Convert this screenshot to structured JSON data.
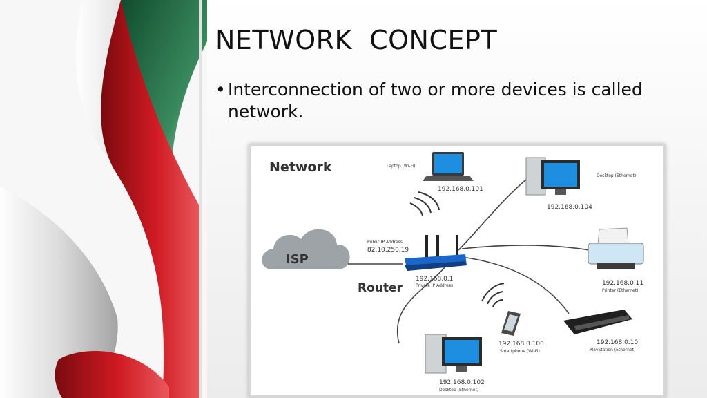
{
  "slide": {
    "title": "NETWORK  CONCEPT",
    "bullet": "Interconnection of two or more devices is called network."
  },
  "diagram": {
    "title": "Network",
    "isp": {
      "label": "ISP"
    },
    "router": {
      "label": "Router",
      "public_ip_caption": "Public IP Address",
      "public_ip": "82.10.250.19",
      "private_ip": "192.168.0.1",
      "private_ip_caption": "Private IP Address"
    },
    "devices": {
      "laptop": {
        "caption": "Laptop (Wi-Fi)",
        "ip": "192.168.0.101"
      },
      "desktop": {
        "caption": "Desktop (Ethernet)",
        "ip": "192.168.0.104"
      },
      "printer": {
        "caption": "Printer (Ethernet)",
        "ip": "192.168.0.11"
      },
      "playstation": {
        "caption": "PlayStation (Ethernet)",
        "ip": "192.168.0.10"
      },
      "smartphone": {
        "caption": "Smartphone (Wi-Fi)",
        "ip": "192.168.0.100"
      },
      "desktop2": {
        "caption": "Desktop (Ethernet)",
        "ip": "192.168.0.102"
      }
    }
  },
  "colors": {
    "accent_red": "#c8141c",
    "accent_green": "#2e7d4f",
    "monitor_blue": "#1e8fe0",
    "router_blue": "#1b66c9",
    "cloud_gray": "#9ea3a8",
    "diagram_title": "#1f6e86"
  }
}
